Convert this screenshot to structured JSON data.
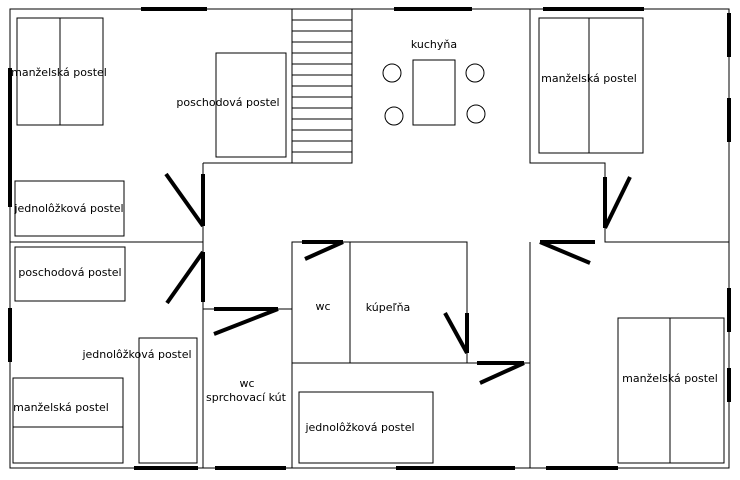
{
  "labels": {
    "kitchen": "kuchyňa",
    "bunk_bed_top": "poschodová postel",
    "double_bed_top_left": "manželská postel",
    "double_bed_top_right": "manželská postel",
    "single_bed_left": "jednolôžková postel",
    "bunk_bed_left": "poschodová postel",
    "single_bed_mid_left": "jednolôžková postel",
    "double_bed_bottom_left": "manželská postel",
    "wc_small": "wc",
    "bathroom": "kúpeľňa",
    "wc_shower_line1": "wc",
    "wc_shower_line2": "sprchovací kút",
    "single_bed_bottom": "jednolôžková postel",
    "double_bed_right": "manželská postel"
  }
}
